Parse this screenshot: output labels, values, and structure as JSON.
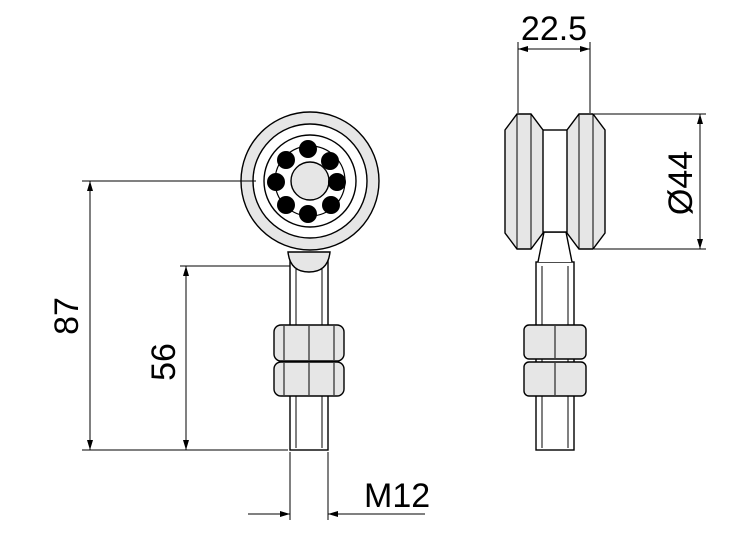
{
  "colors": {
    "outline": "#000000",
    "part_fill": "#e6e6e6",
    "ball": "#000000",
    "background": "#ffffff"
  },
  "dimensions": {
    "total_height": "87",
    "stem_height": "56",
    "thread": "M12",
    "wheel_width": "22.5",
    "wheel_diameter": "Ø44"
  }
}
